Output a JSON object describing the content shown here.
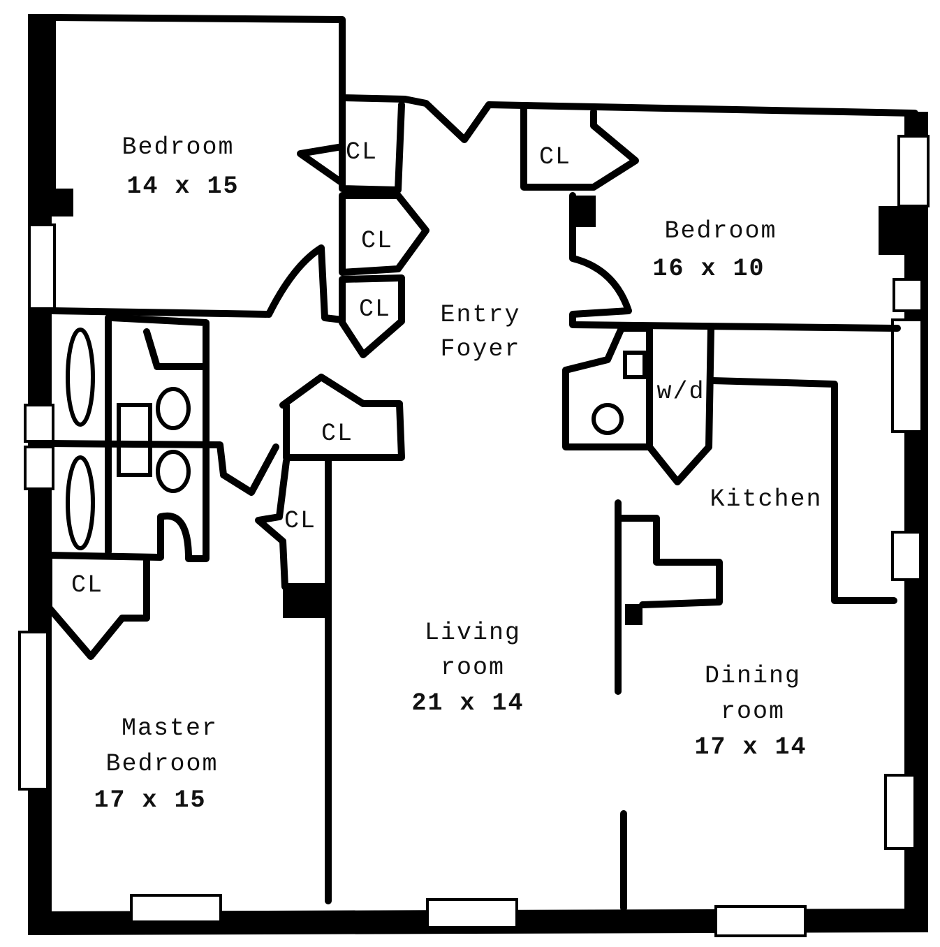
{
  "title": "Apartment floor plan",
  "rooms": {
    "bedroom_nw": {
      "name": "Bedroom",
      "size": "14 x 15"
    },
    "bedroom_ne": {
      "name": "Bedroom",
      "size": "16 x 10"
    },
    "entry": {
      "line1": "Entry",
      "line2": "Foyer"
    },
    "laundry": {
      "name": "w/d"
    },
    "kitchen": {
      "name": "Kitchen"
    },
    "living": {
      "line1": "Living",
      "line2": "room",
      "size": "21 x 14"
    },
    "dining": {
      "line1": "Dining",
      "line2": "room",
      "size": "17 x 14"
    },
    "master": {
      "line1": "Master",
      "line2": "Bedroom",
      "size": "17 x 15"
    }
  },
  "closets": [
    "CL",
    "CL",
    "CL",
    "CL",
    "CL",
    "CL",
    "CL"
  ]
}
